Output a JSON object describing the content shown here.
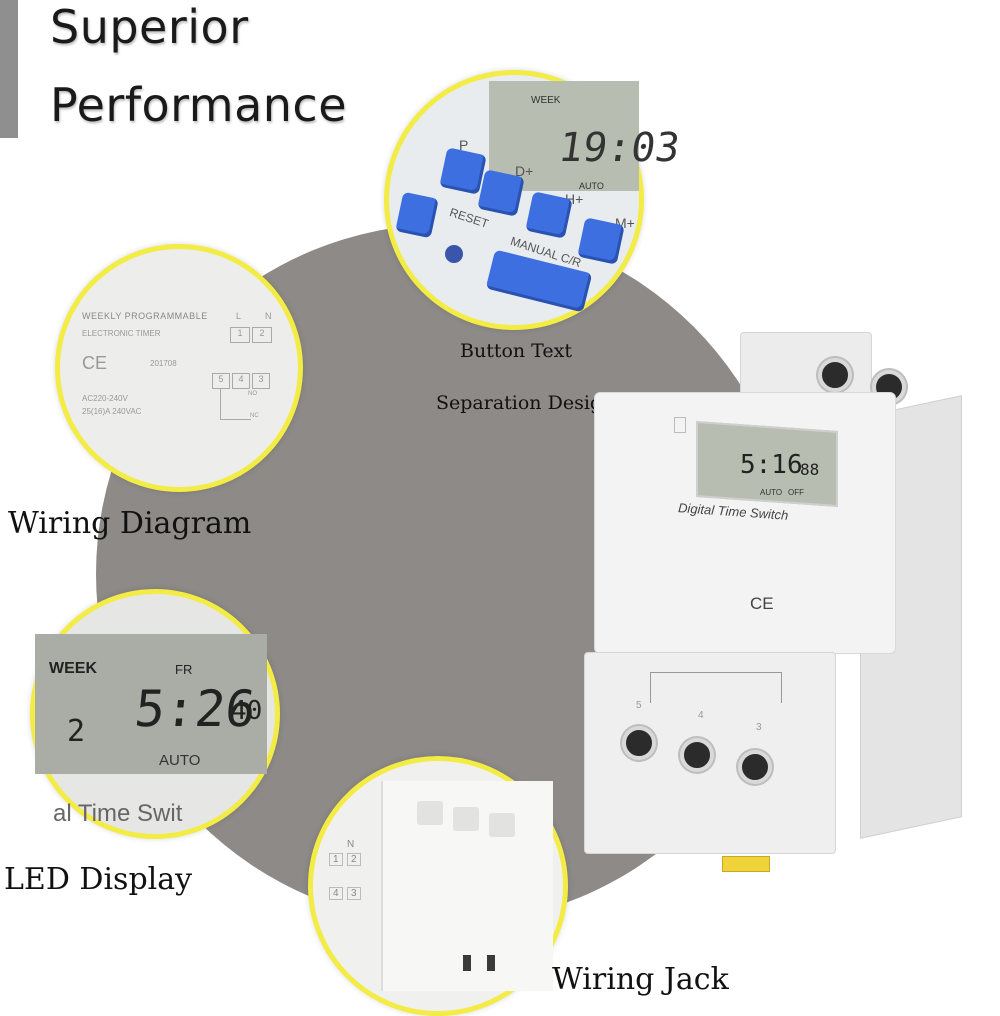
{
  "headline": {
    "line1": "Superior",
    "line2": "Performance"
  },
  "features": {
    "wiring_diagram": "Wiring Diagram",
    "button_text_line1": "Button Text",
    "button_text_line2": "Separation Design",
    "led_display": "LED Display",
    "wiring_jack": "Wiring Jack"
  },
  "label_zoom": {
    "line1": "WEEKLY PROGRAMMABLE",
    "line2": "ELECTRONIC TIMER",
    "ce": "CE",
    "code": "201708",
    "rating1": "AC220-240V",
    "rating2": "25(16)A 240VAC",
    "terminals_top": [
      "L",
      "N"
    ],
    "terminals_top_nums": [
      "1",
      "2"
    ],
    "terminals_bottom_nums": [
      "5",
      "4",
      "3"
    ],
    "no": "NO",
    "nc": "NC"
  },
  "buttons_zoom": {
    "week": "WEEK",
    "lcd_digits": "19:03",
    "auto": "AUTO",
    "p": "P",
    "d": "D+",
    "h": "H+",
    "m": "M+",
    "reset": "RESET",
    "manual": "MANUAL C/R"
  },
  "display_zoom": {
    "week": "WEEK",
    "day": "FR",
    "day_num": "2",
    "time": "5:26",
    "seconds": "40",
    "auto": "AUTO",
    "brand": "al Time Swit"
  },
  "device": {
    "lcd_time": "5:16",
    "lcd_small": "88",
    "auto": "AUTO",
    "off": "OFF",
    "brand": "Digital Time Switch",
    "ce": "CE",
    "terminal_nums": [
      "5",
      "4",
      "3"
    ]
  },
  "jack_zoom": {
    "nums_top": [
      "1",
      "2"
    ],
    "n": "N",
    "nums_bottom": [
      "4",
      "3"
    ]
  },
  "colors": {
    "accent_yellow": "#f2ec44",
    "circle_gray": "#8d8a88",
    "button_blue": "#3d6fe0",
    "lcd_green": "#b7bdb0"
  }
}
